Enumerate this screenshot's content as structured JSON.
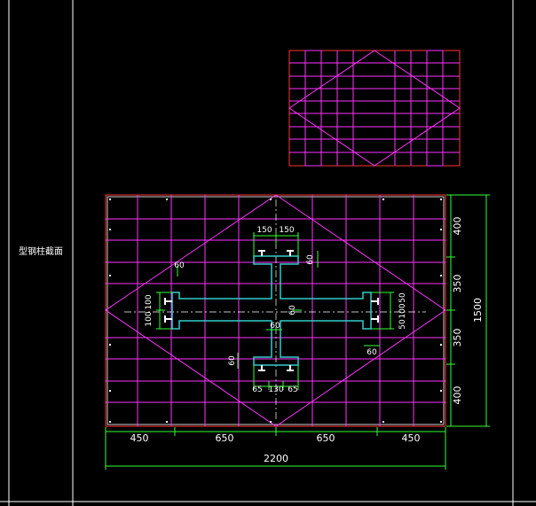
{
  "sidebar": {
    "label": "型钢柱截面"
  },
  "drawing": {
    "colors": {
      "background": "#000000",
      "frame": "#ffffff",
      "rebar": "#ff33ff",
      "outline": "#ff3333",
      "steel": "#33cccc",
      "dim": "#33ff33",
      "dimtext": "#ffffff",
      "bar": "#ffffff",
      "center": "#ffffff"
    },
    "bottom_dims": [
      "450",
      "650",
      "650",
      "450"
    ],
    "total_width": "2200",
    "right_dims": [
      "400",
      "350",
      "350",
      "400"
    ],
    "total_height": "1500",
    "flange_top": [
      "150",
      "150"
    ],
    "flange_bottom": [
      "65",
      "130",
      "65"
    ],
    "web_thickness": [
      "60",
      "60",
      "60",
      "60"
    ],
    "flange_thickness": [
      "60",
      "60",
      "60",
      "60"
    ],
    "left_flange": [
      "100",
      "100"
    ],
    "right_flange": [
      "50",
      "100",
      "50"
    ]
  }
}
